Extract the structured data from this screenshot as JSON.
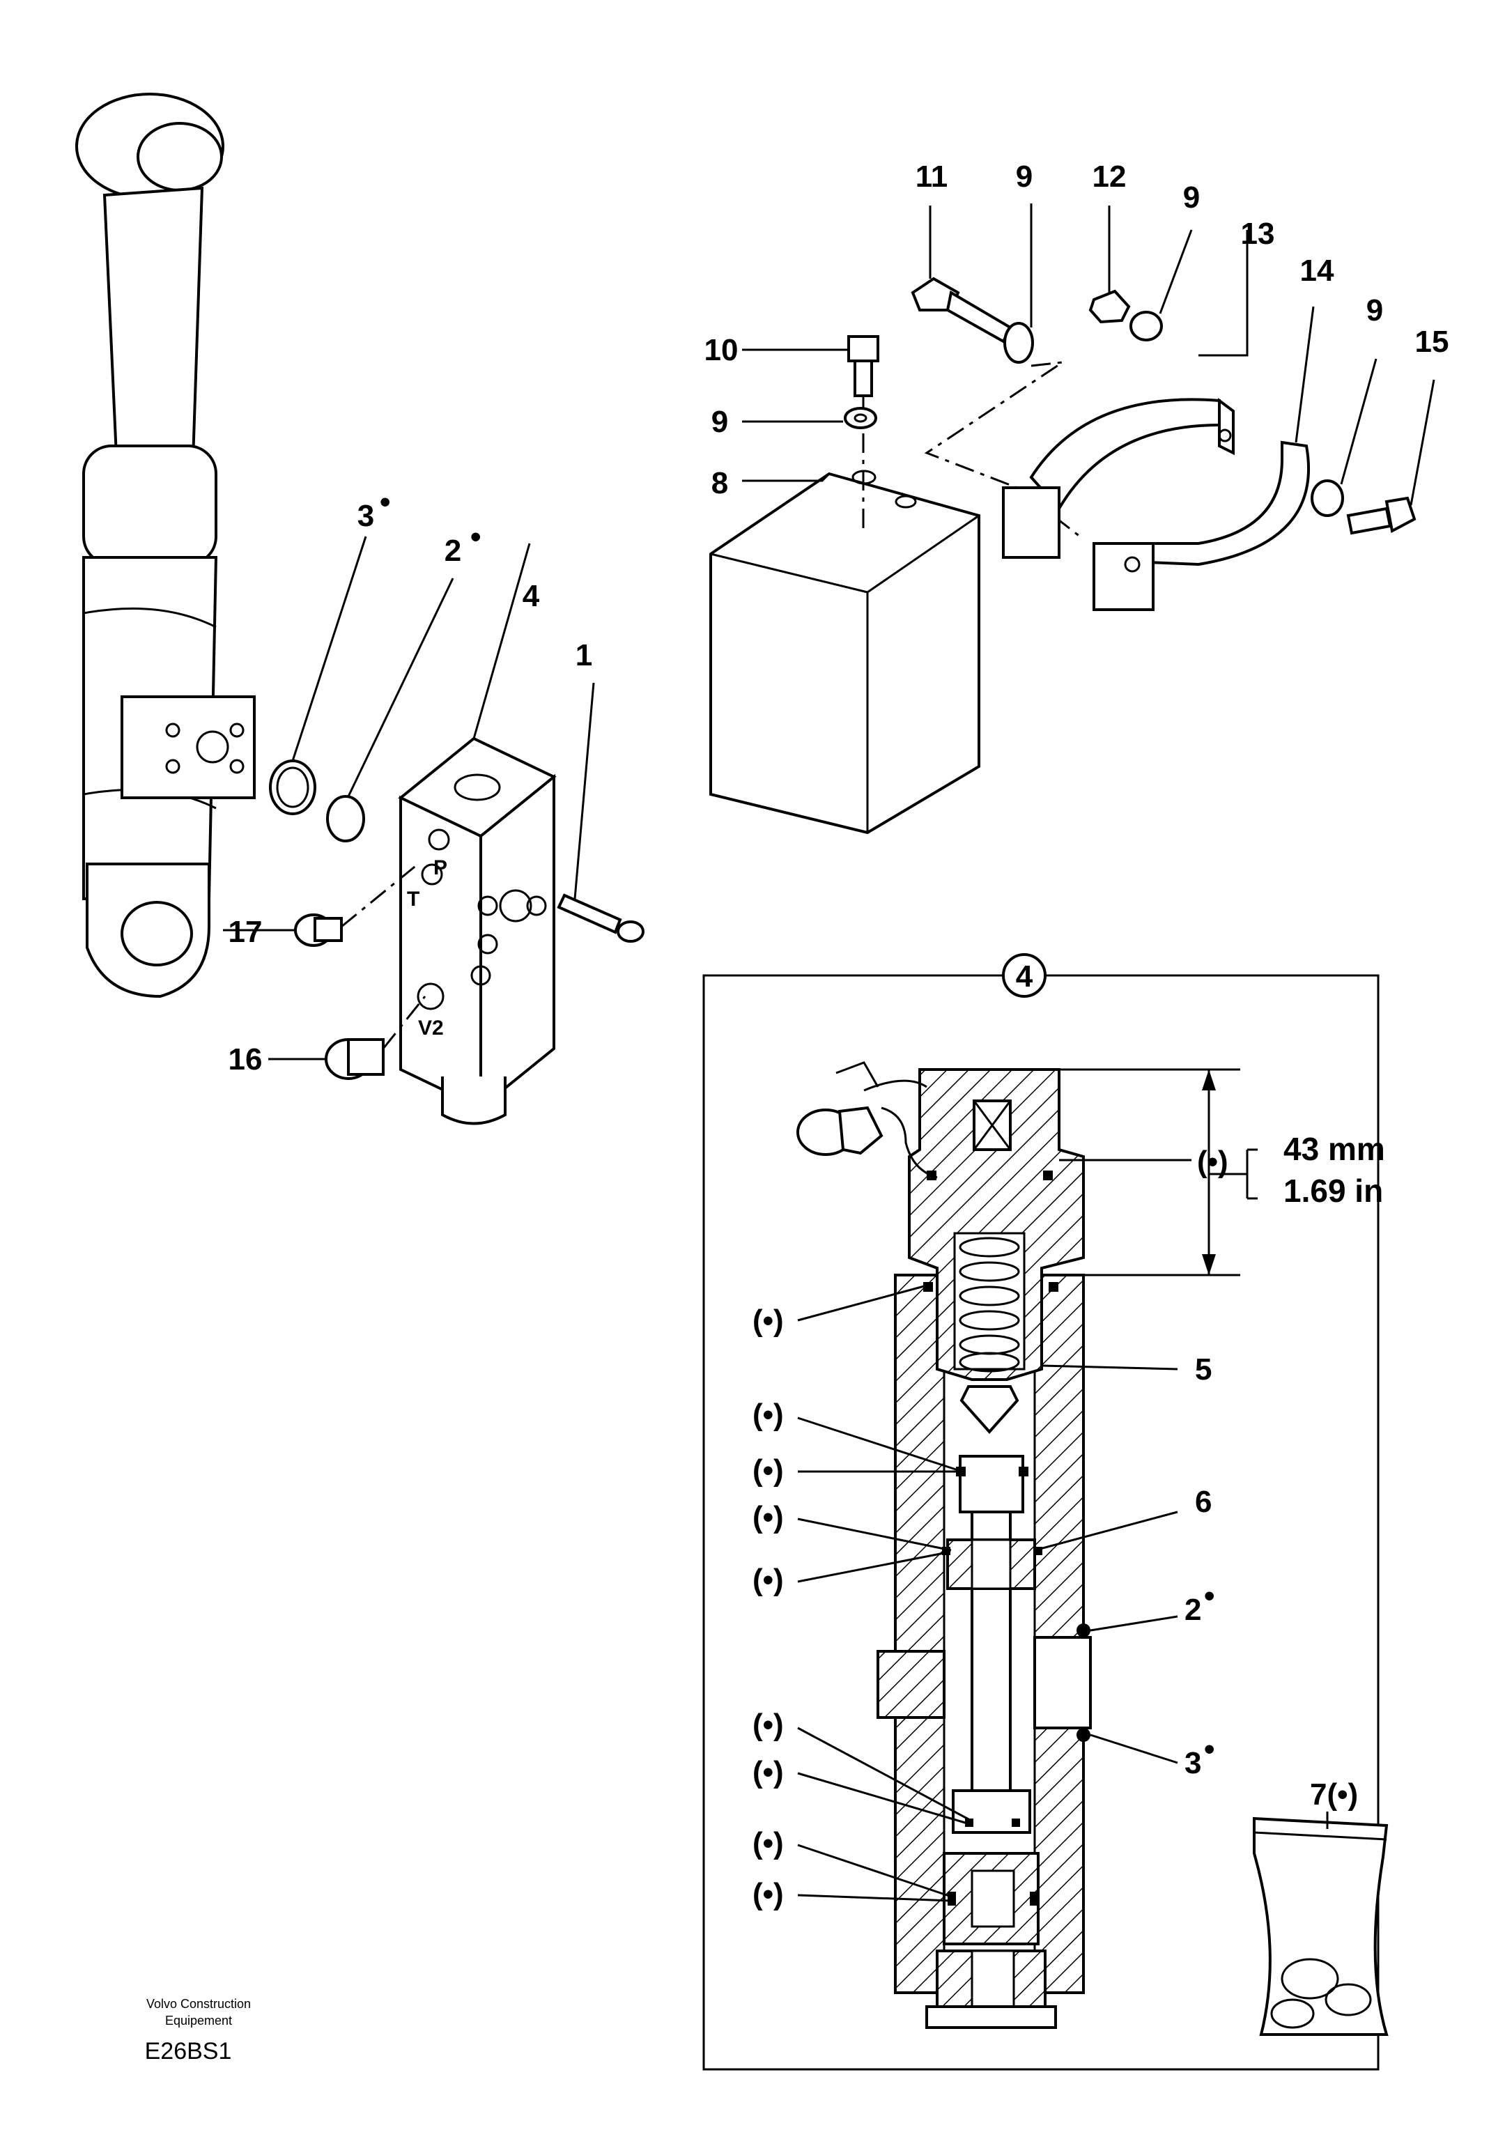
{
  "diagram": {
    "labels": {
      "l1": "1",
      "l2": "2",
      "l3": "3",
      "l4": "4",
      "l8": "8",
      "l9a": "9",
      "l9b": "9",
      "l9c": "9",
      "l9d": "9",
      "l10": "10",
      "l11": "11",
      "l12": "12",
      "l13": "13",
      "l14": "14",
      "l15": "15",
      "l16": "16",
      "l17": "17"
    },
    "detail": {
      "callout": "4",
      "l5": "5",
      "l6": "6",
      "l2": "2",
      "l3": "3",
      "l7": "7(•)",
      "seal_marks": [
        "(•)",
        "(•)",
        "(•)",
        "(•)",
        "(•)",
        "(•)",
        "(•)",
        "(•)",
        "(•)",
        "(•)"
      ],
      "dimension_mm": "43 mm",
      "dimension_in": "1.69 in"
    },
    "ports": {
      "p": "P",
      "t": "T",
      "v2": "V2"
    },
    "footer": {
      "brand_line1": "Volvo Construction",
      "brand_line2": "Equipement",
      "code": "E26BS1"
    }
  }
}
